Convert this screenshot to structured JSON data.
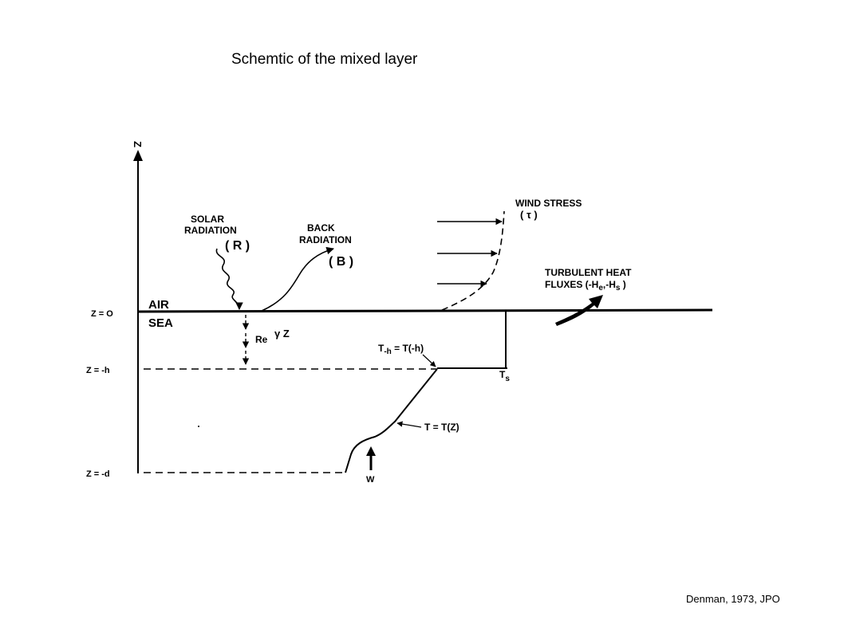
{
  "slide": {
    "title": "Schemtic of the mixed layer",
    "credit": "Denman, 1973, JPO"
  },
  "diagram": {
    "axis_label": "Z",
    "depth_labels": {
      "surface": "Z = O",
      "mixed_layer_base": "Z = -h",
      "bottom": "Z = -d"
    },
    "media": {
      "air": "AIR",
      "sea": "SEA"
    },
    "solar": {
      "line1": "SOLAR",
      "line2": "RADIATION",
      "symbol": "( R )"
    },
    "back": {
      "line1": "BACK",
      "line2": "RADIATION",
      "symbol": "( B )"
    },
    "wind": {
      "line1": "WIND STRESS",
      "symbol": "( τ )"
    },
    "heat": {
      "line1": "TURBULENT HEAT",
      "line2_prefix": "FLUXES (-H",
      "sub_e": "e",
      "mid": ",-H",
      "sub_s": "s",
      "close": " )"
    },
    "penetration": {
      "base": "Re",
      "exponent": "γ Z"
    },
    "mixed_temp": {
      "T": "T",
      "sub": "-h",
      "rest": " = T(-h)"
    },
    "profile_label": "T = T(Z)",
    "surface_temp": {
      "T": "T",
      "sub": "s"
    },
    "upwelling": "W"
  }
}
